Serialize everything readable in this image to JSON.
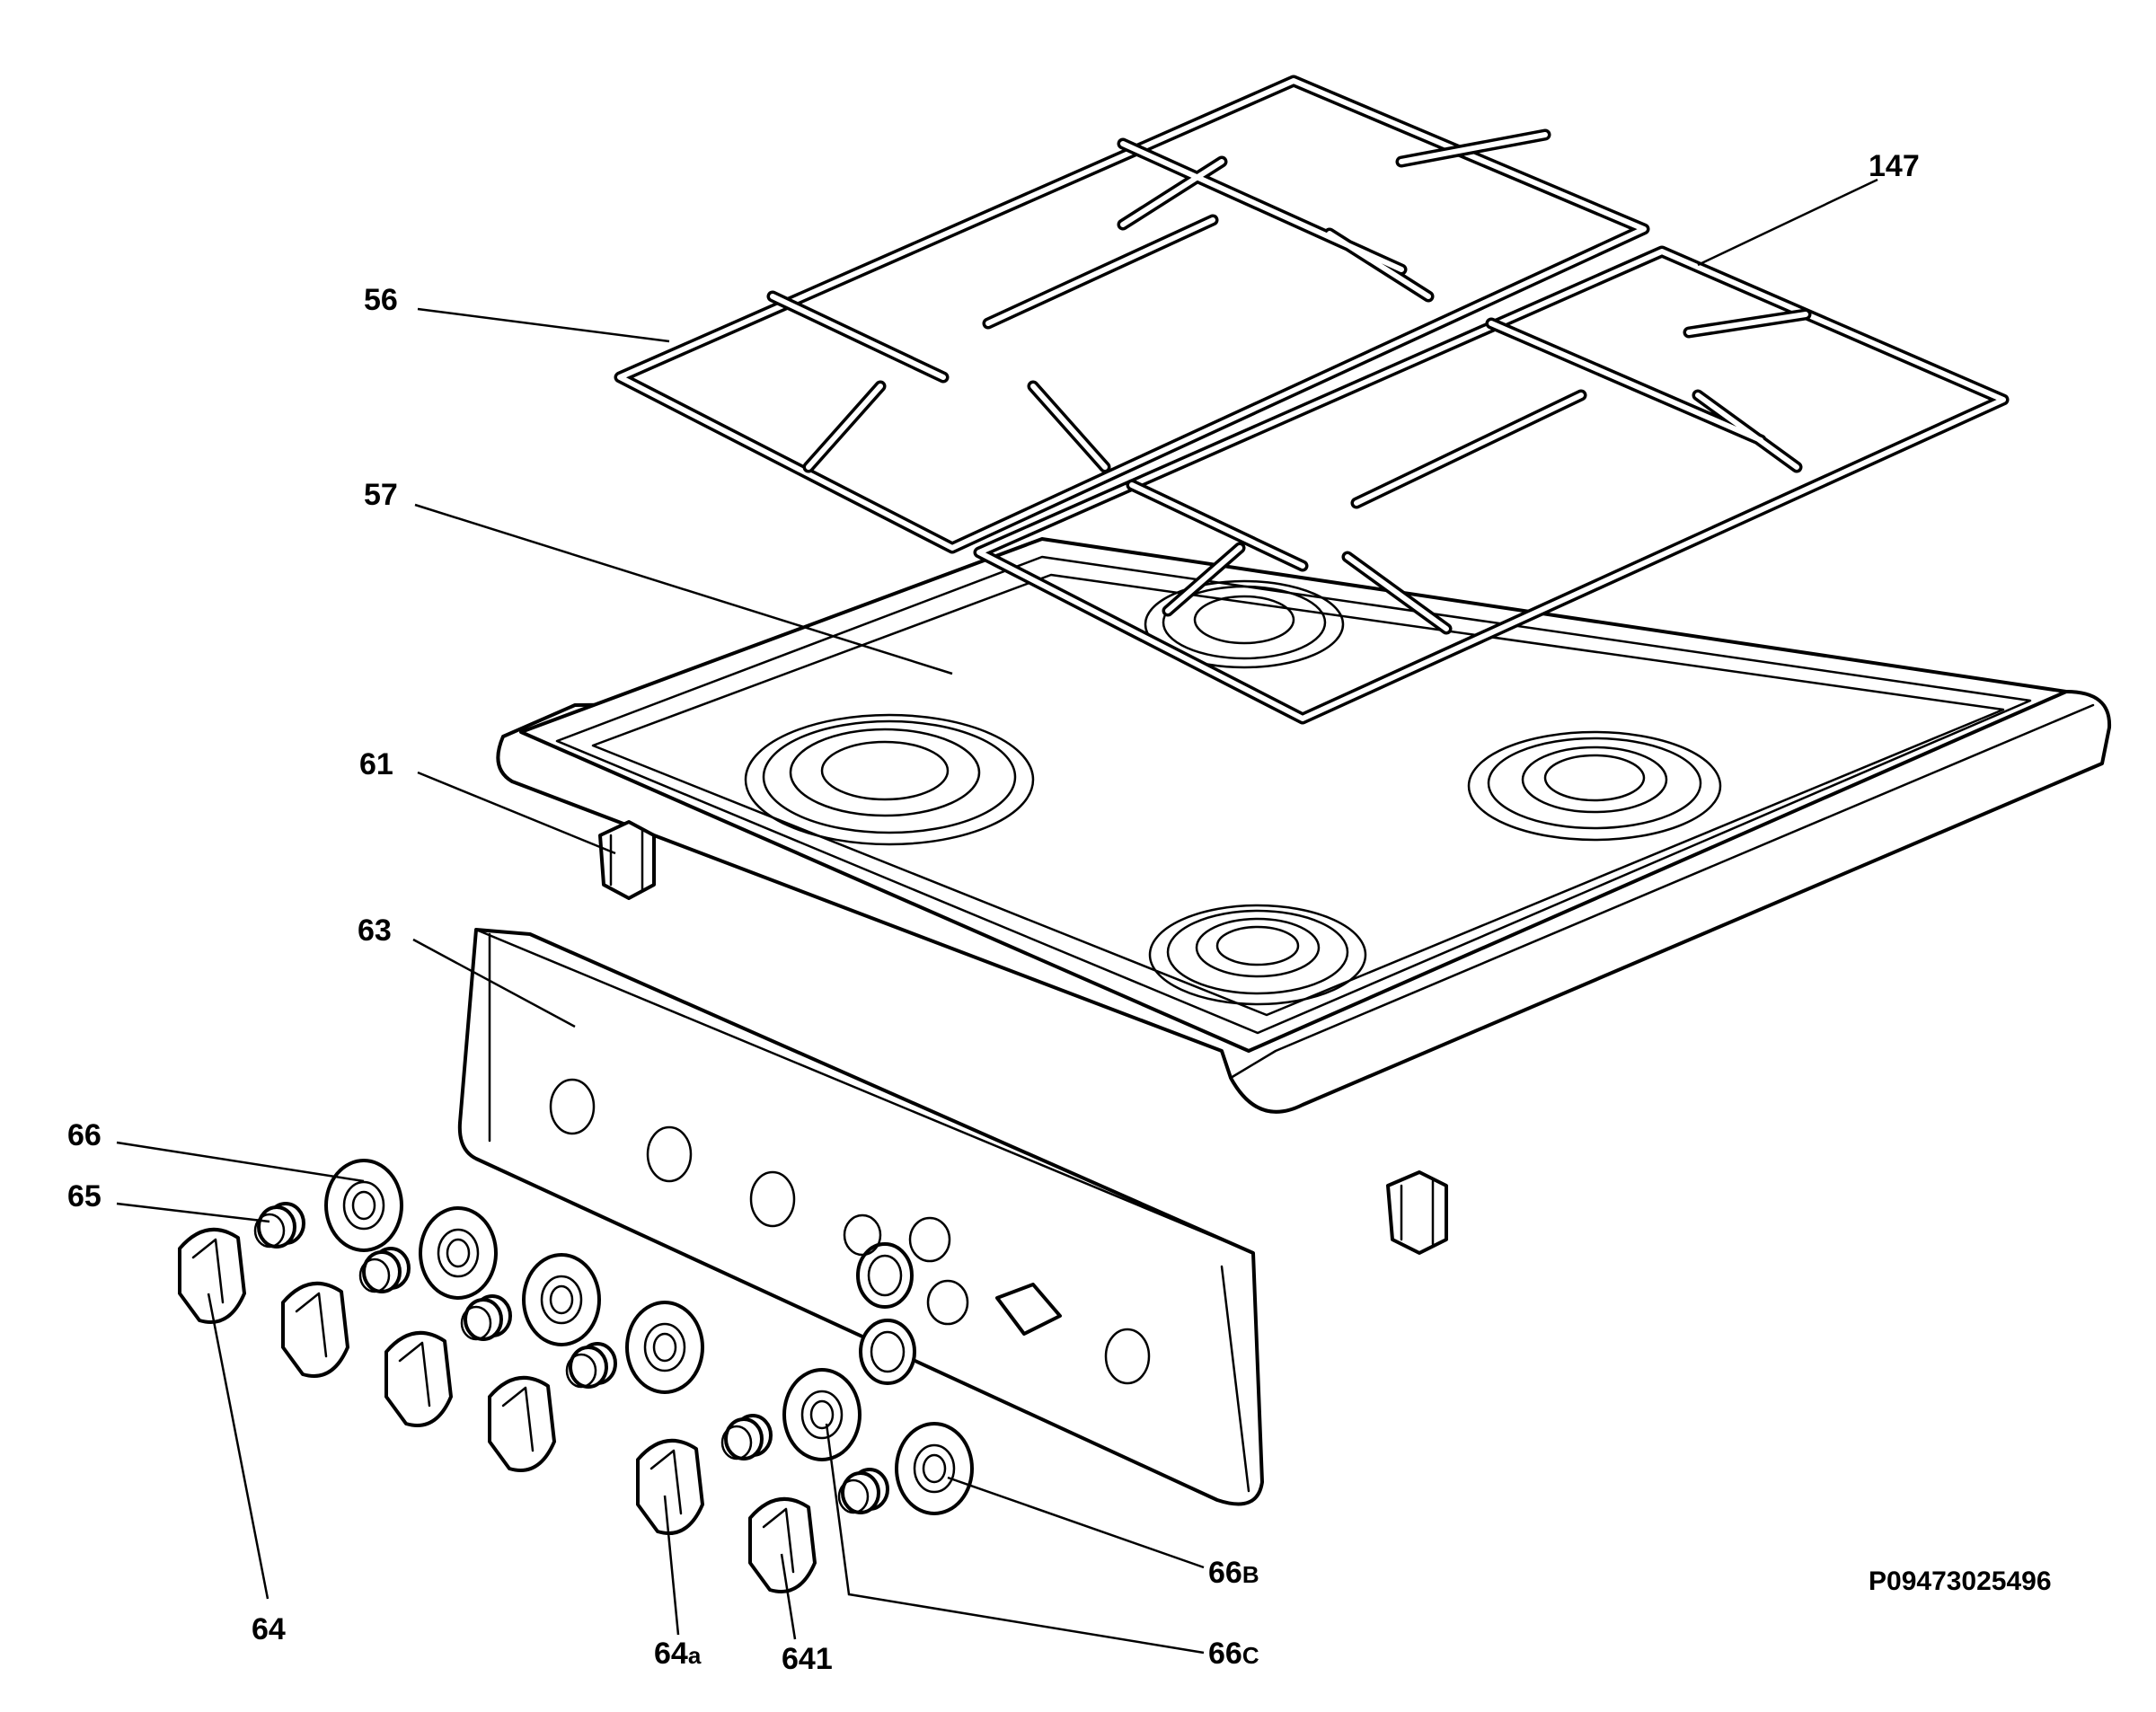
{
  "labels": {
    "l56": "56",
    "l57": "57",
    "l61": "61",
    "l63": "63",
    "l66": "66",
    "l65": "65",
    "l64": "64",
    "l64a_num": "64",
    "l64a_sub": "a",
    "l641": "641",
    "l66b_num": "66",
    "l66b_sub": "B",
    "l66c_num": "66",
    "l66c_sub": "C",
    "l147": "147"
  },
  "reference": "P09473025496"
}
